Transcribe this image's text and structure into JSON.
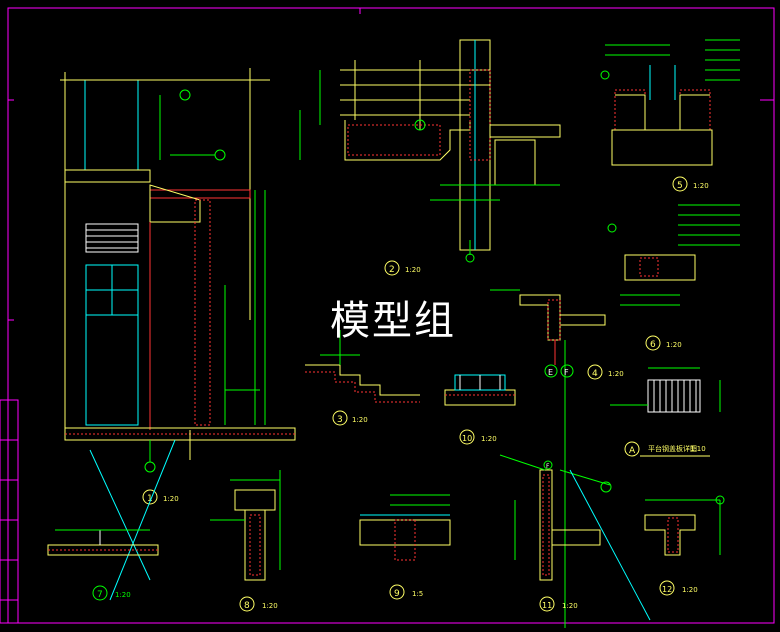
{
  "watermark": "模型组",
  "colors": {
    "background": "#000000",
    "border": "#ff00ff",
    "wall": "#ffff66",
    "hatch": "#ff3333",
    "dim": "#00ff00",
    "frame": "#00ffff",
    "text": "#ffffff"
  },
  "details": [
    {
      "number": "2",
      "scale": "1:20"
    },
    {
      "number": "5",
      "scale": "1:20"
    },
    {
      "number": "6",
      "scale": "1:20"
    },
    {
      "number": "4",
      "scale": "1:20"
    },
    {
      "number": "3",
      "scale": "1:20"
    },
    {
      "number": "10",
      "scale": "1:20"
    },
    {
      "number": "1",
      "scale": "1:20"
    },
    {
      "number": "7",
      "scale": "1:20"
    },
    {
      "number": "8",
      "scale": "1:20"
    },
    {
      "number": "9",
      "scale": "1:5"
    },
    {
      "number": "11",
      "scale": "1:20"
    },
    {
      "number": "12",
      "scale": "1:20"
    }
  ],
  "detail_a": {
    "letter": "A",
    "title": "平台钢盖板详图",
    "scale": "1:10"
  },
  "grid_labels": {
    "e": "E",
    "f": "F",
    "f2": "F"
  }
}
